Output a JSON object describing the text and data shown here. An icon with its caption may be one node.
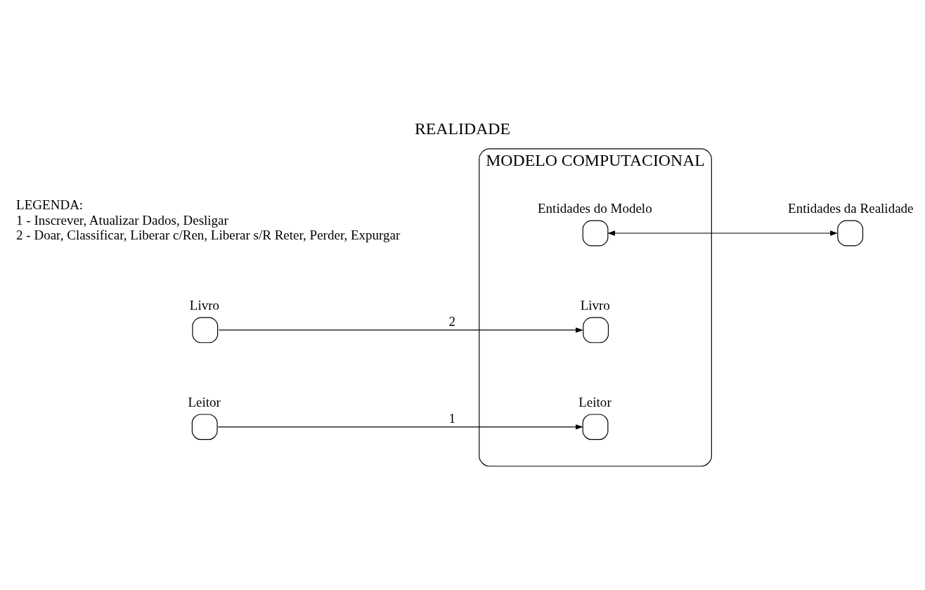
{
  "diagram": {
    "title": "REALIDADE",
    "nodes": [
      {
        "text": [
          "MODELO COMPUTACIONAL"
        ]
      },
      {
        "text": [
          "Entidades do Modelo"
        ],
        "in": 0
      },
      {
        "text": [
          "Entidades da Realidade"
        ]
      },
      {
        "text": [
          "Livro"
        ]
      },
      {
        "text": [
          "Livro"
        ],
        "in": 0
      },
      {
        "text": [
          "Leitor"
        ],
        "in": 0
      },
      {
        "text": [
          "Leitor"
        ]
      }
    ],
    "edges": [
      {
        "from": 1,
        "to": 2,
        "arrow": "both"
      },
      {
        "from": 3,
        "to": 4,
        "arrow": "to",
        "label": "2"
      },
      {
        "from": 6,
        "to": 5,
        "arrow": "to",
        "label": "1"
      }
    ],
    "labels": [
      "LEGENDA:",
      "1 - Inscrever, Atualizar Dados, Desligar",
      "2 - Doar, Classificar, Liberar c/Ren, Liberar s/R Reter, Perder, Expurgar"
    ]
  }
}
